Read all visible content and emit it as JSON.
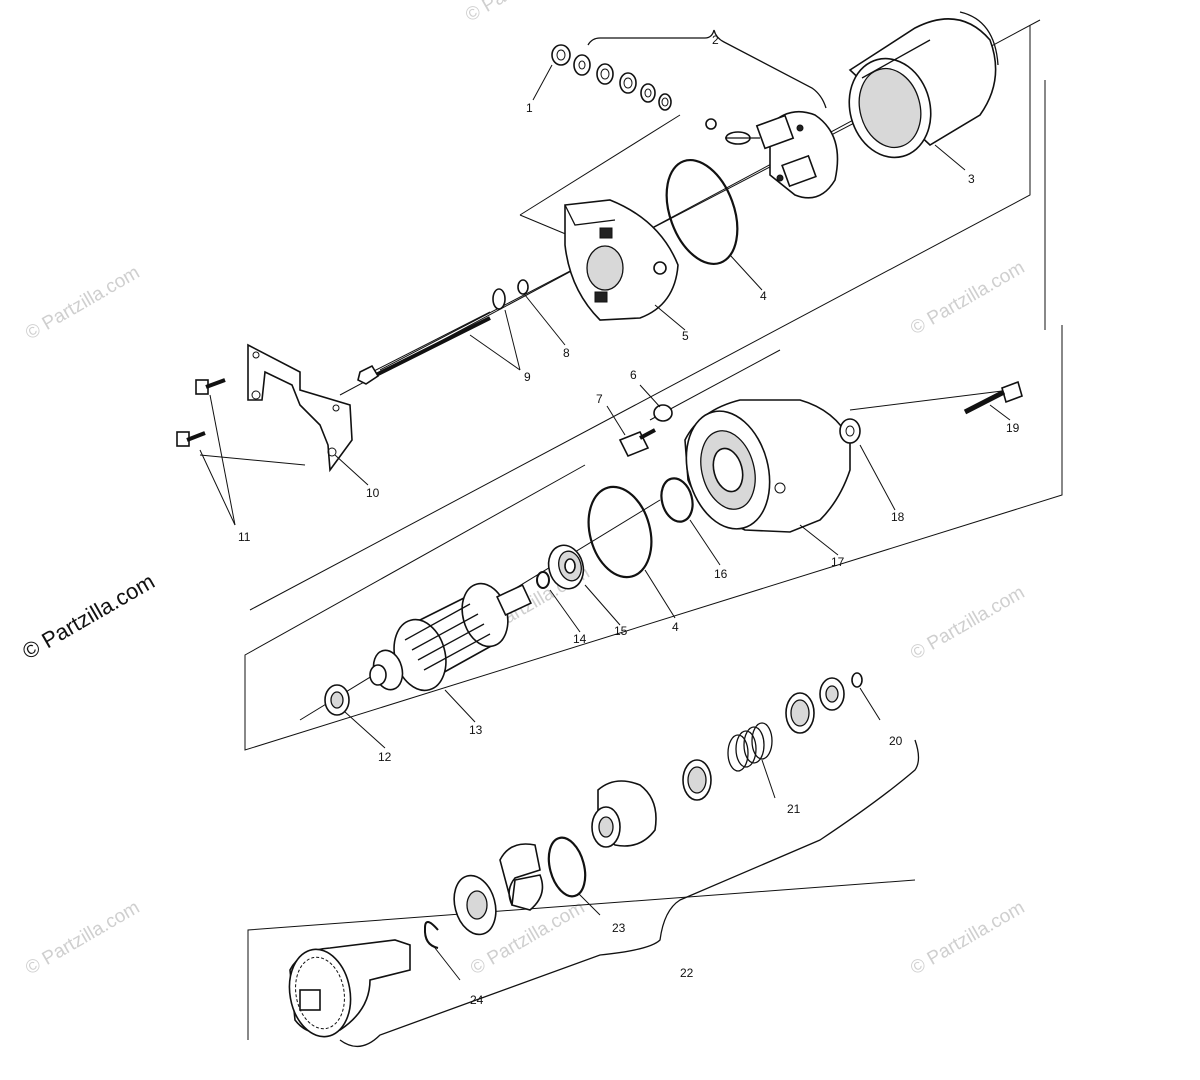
{
  "callouts": [
    "1",
    "2",
    "3",
    "4",
    "5",
    "8",
    "9",
    "10",
    "11",
    "7",
    "6",
    "19",
    "18",
    "17",
    "16",
    "4",
    "15",
    "14",
    "13",
    "12",
    "20",
    "21",
    "23",
    "22",
    "24"
  ],
  "watermark": {
    "main": "© Partzilla.com",
    "faint": "© Partzilla.com"
  },
  "colors": {
    "ink": "#111111",
    "watermark": "#cfcfcf",
    "background": "#ffffff"
  }
}
